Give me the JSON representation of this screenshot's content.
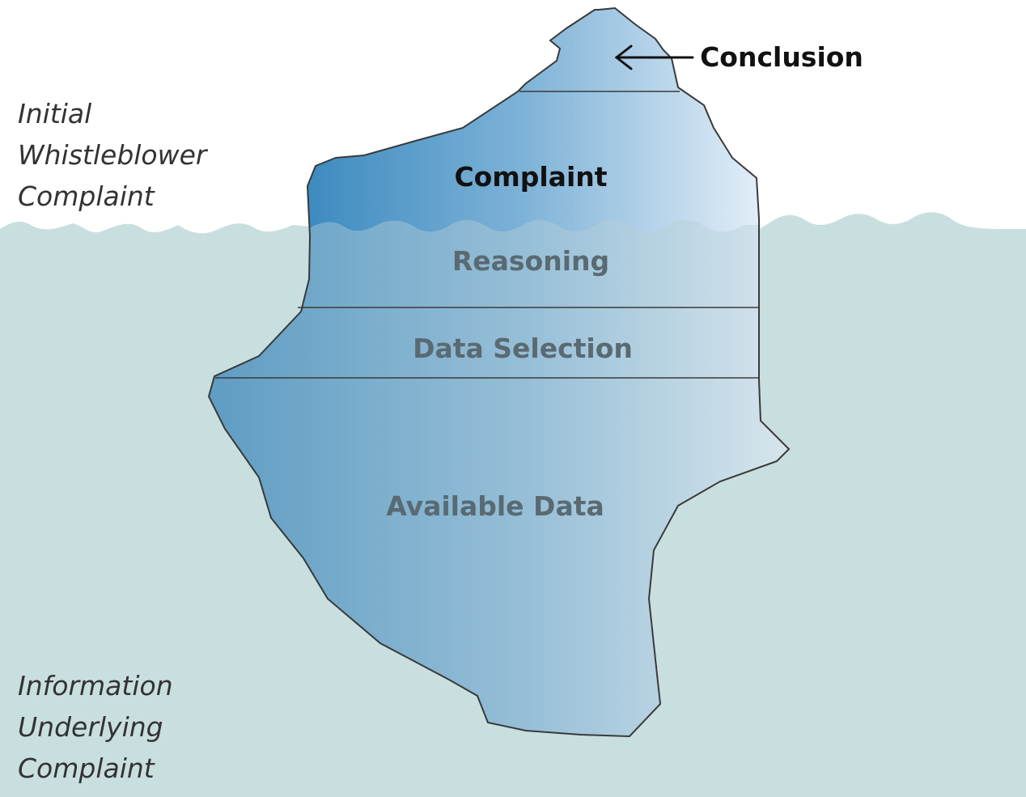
{
  "diagram": {
    "above_water_label": [
      "Initial",
      "Whistleblower",
      "Complaint"
    ],
    "below_water_label": [
      "Information",
      "Underlying",
      "Complaint"
    ],
    "layers": {
      "conclusion": "Conclusion",
      "complaint": "Complaint",
      "reasoning": "Reasoning",
      "data_selection": "Data Selection",
      "available_data": "Available Data"
    },
    "colors": {
      "water": "#c9dfdf",
      "ice_dark": "#1f78b4",
      "ice_light": "#e6f0f8",
      "outline": "#3a3a3a",
      "label_top": "#111111",
      "label_under": "#5a6a72"
    }
  }
}
